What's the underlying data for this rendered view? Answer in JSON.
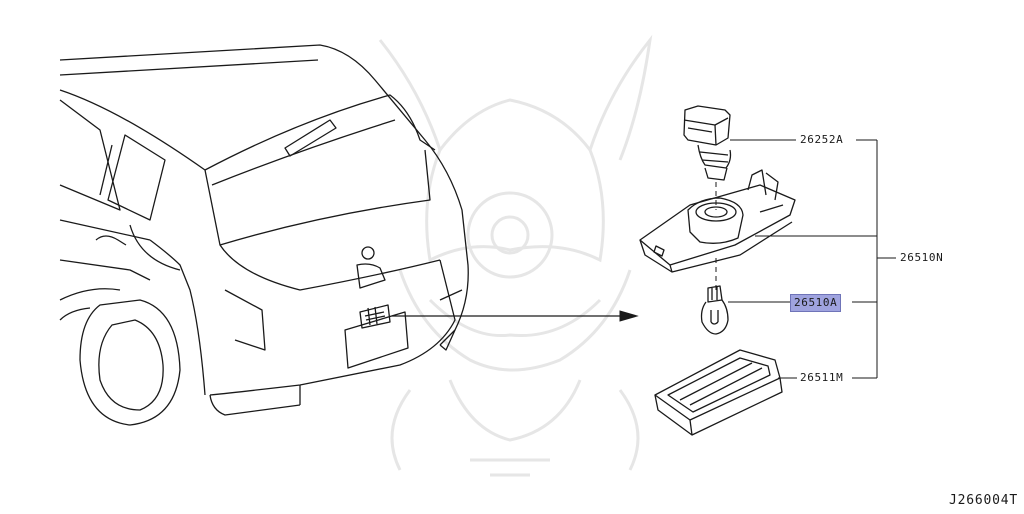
{
  "diagram": {
    "figure_code": "J266004T",
    "parts": [
      {
        "id": "socket",
        "number": "26252A",
        "highlighted": false
      },
      {
        "id": "assembly",
        "number": "26510N",
        "highlighted": false
      },
      {
        "id": "bulb",
        "number": "26510A",
        "highlighted": true
      },
      {
        "id": "lens",
        "number": "26511M",
        "highlighted": false
      }
    ],
    "watermark": "samurai-crest-icon",
    "colors": {
      "line": "#1a1a1a",
      "highlight": "#9fa3df",
      "watermark": "#e6e6e6"
    }
  }
}
